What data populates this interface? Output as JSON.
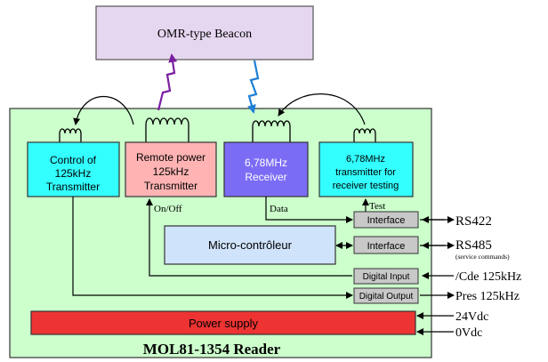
{
  "beacon": {
    "label": "OMR-type Beacon"
  },
  "reader": {
    "title": "MOL81-1354 Reader"
  },
  "blocks": {
    "control": [
      "Control  of",
      "125kHz",
      "Transmitter"
    ],
    "remote": [
      "Remote power",
      "125kHz",
      "Transmitter"
    ],
    "receiver": [
      "6,78MHz",
      "Receiver"
    ],
    "testtx": [
      "6,78MHz",
      "transmitter for",
      "receiver testing"
    ],
    "micro": "Micro-contrôleur",
    "power": "Power supply"
  },
  "interfaces": {
    "if1": "Interface",
    "if2": "Interface",
    "digital_input": "Digital Input",
    "digital_output": "Digital Output"
  },
  "labels": {
    "on_off": "On/Off",
    "data": "Data",
    "test": "Test"
  },
  "external": {
    "rs422": "RS422",
    "rs485": "RS485",
    "rs485_note": "(service commands)",
    "cde": "/Cde 125kHz",
    "pres": "Pres 125kHz",
    "v24": "24Vdc",
    "v0": "0Vdc"
  },
  "colors": {
    "board": "#ccffcc",
    "beacon": "#e6d7f0",
    "cyan": "#33ffff",
    "pink": "#ffb3b3",
    "receiver": "#7b6cf5",
    "micro": "#cfe3fb",
    "power": "#ee3333",
    "interface": "#c8c8c8"
  }
}
